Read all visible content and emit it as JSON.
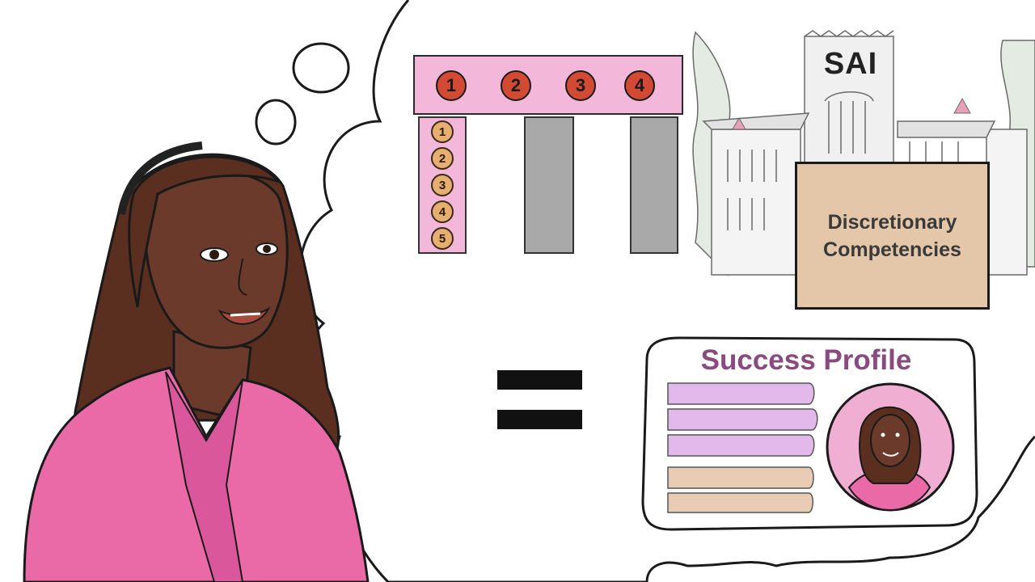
{
  "framework": {
    "top_numbers": [
      "1",
      "2",
      "3",
      "4"
    ],
    "pillar_numbers": [
      "1",
      "2",
      "3",
      "4",
      "5"
    ]
  },
  "sai": {
    "building_label": "SAI",
    "card_line_1": "Discretionary",
    "card_line_2": "Competencies"
  },
  "profile": {
    "title": "Success Profile"
  },
  "colors": {
    "jacket_pink": "#e96aa6",
    "framework_pink": "#f2b7d9",
    "badge_red": "#d24a33",
    "badge_tan": "#e6ae6f",
    "card_tan": "#e4c7a9",
    "profile_purple": "#8a4a80",
    "lavender_bar": "#e3b8ea",
    "skin_brown": "#6b3a2a"
  }
}
